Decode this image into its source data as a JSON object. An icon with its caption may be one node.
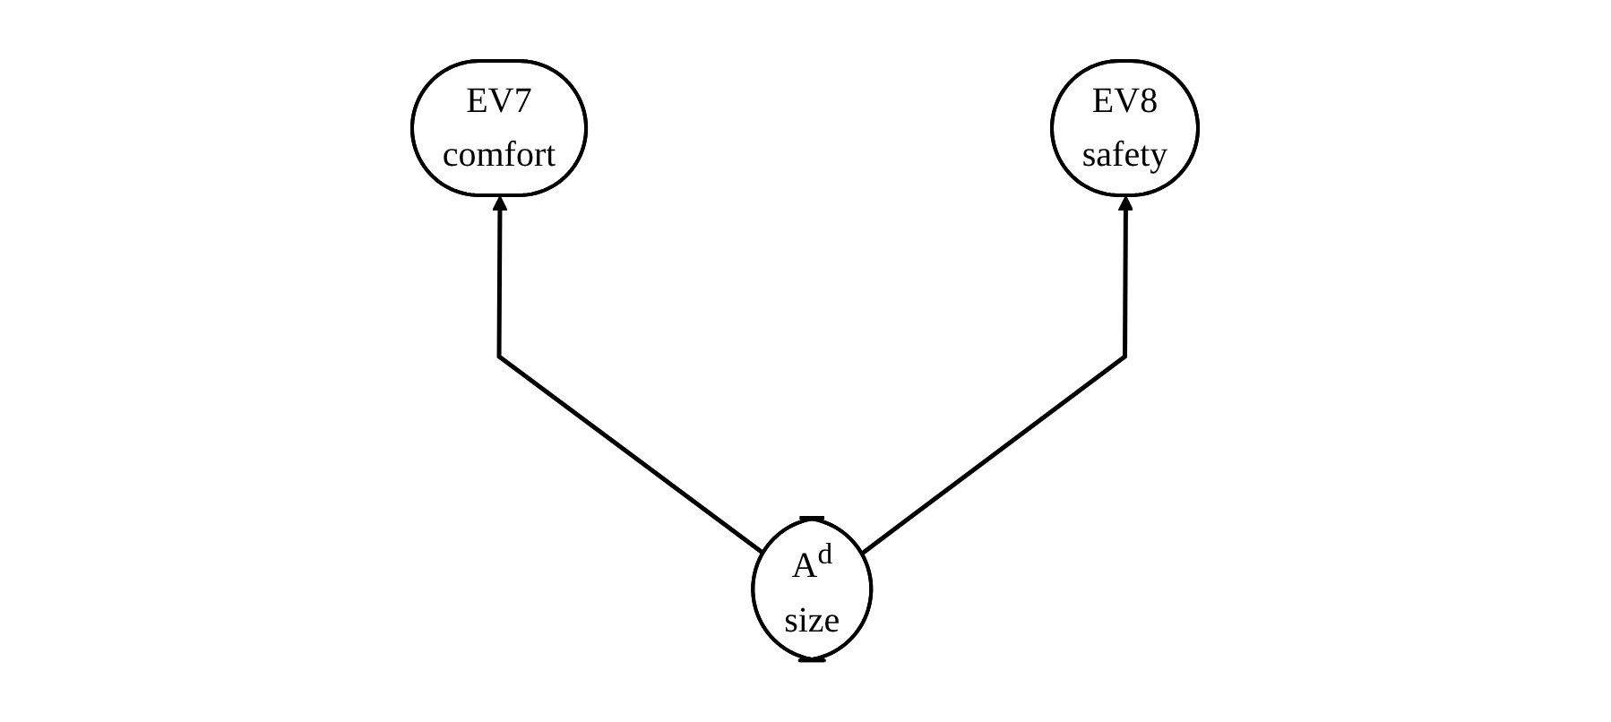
{
  "diagram": {
    "nodes": [
      {
        "text": [
          "EV7",
          "comfort"
        ]
      },
      {
        "text": [
          "EV8",
          "safety"
        ]
      },
      {
        "text": [
          "A$^{d}$",
          "size"
        ]
      }
    ],
    "edges": [
      {
        "from": 2,
        "to": 0,
        "arrow": "to"
      },
      {
        "from": 2,
        "to": 1,
        "arrow": "to"
      }
    ]
  }
}
